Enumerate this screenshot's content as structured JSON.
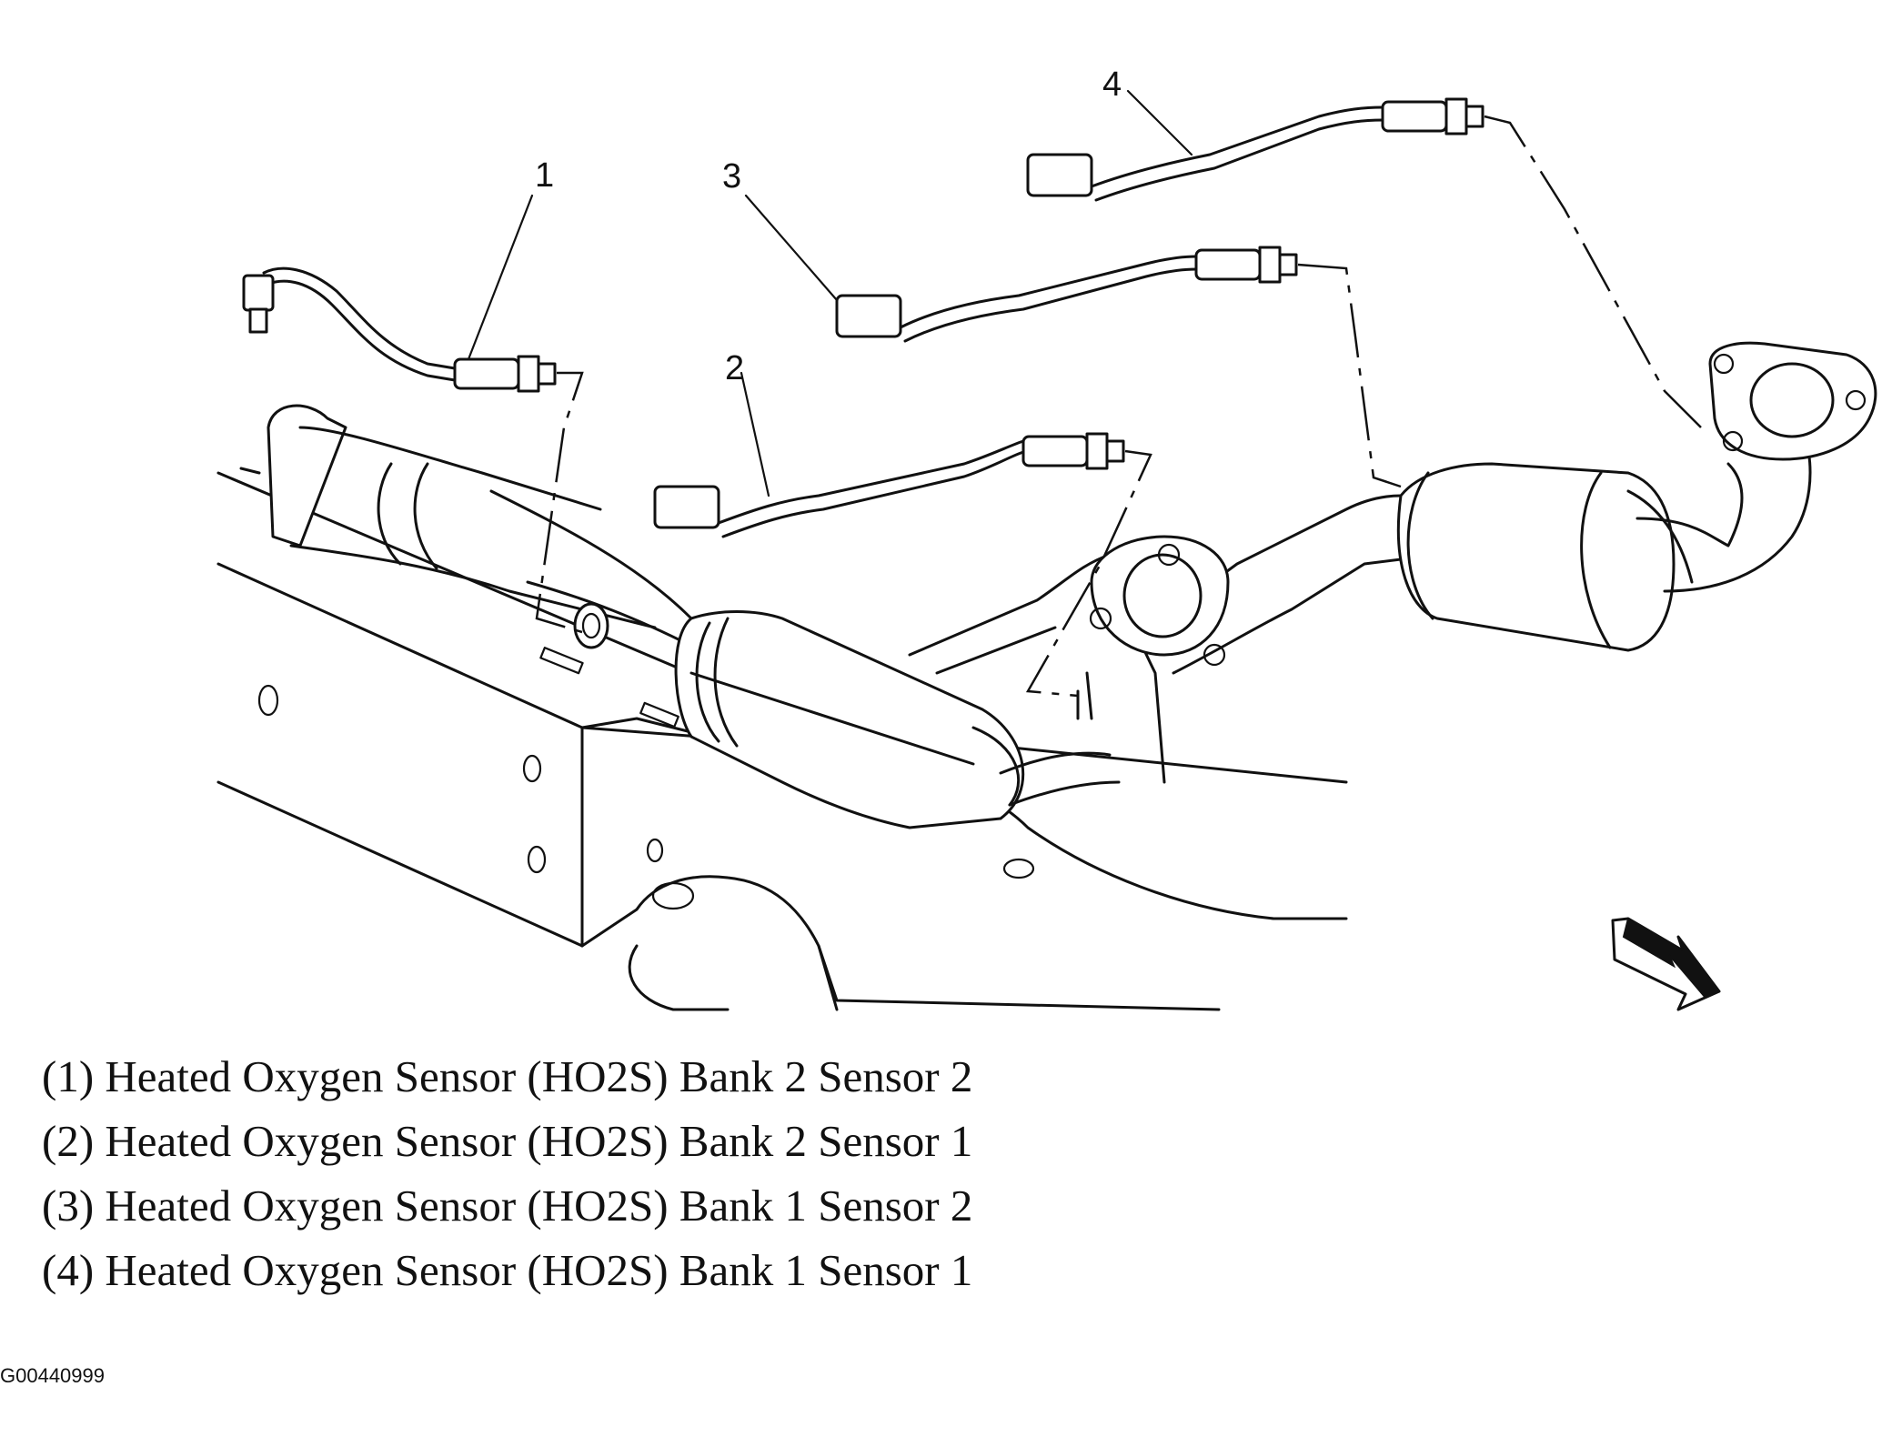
{
  "callouts": [
    "1",
    "2",
    "3",
    "4"
  ],
  "legend": [
    "(1) Heated Oxygen Sensor (HO2S) Bank 2 Sensor 2",
    "(2) Heated Oxygen Sensor (HO2S) Bank 2 Sensor 1",
    "(3) Heated Oxygen Sensor (HO2S) Bank 1 Sensor 2",
    "(4) Heated Oxygen Sensor (HO2S) Bank 1 Sensor 1"
  ],
  "figure_id": "G00440999",
  "icons": {
    "direction_arrow": "forward-arrow-icon"
  }
}
